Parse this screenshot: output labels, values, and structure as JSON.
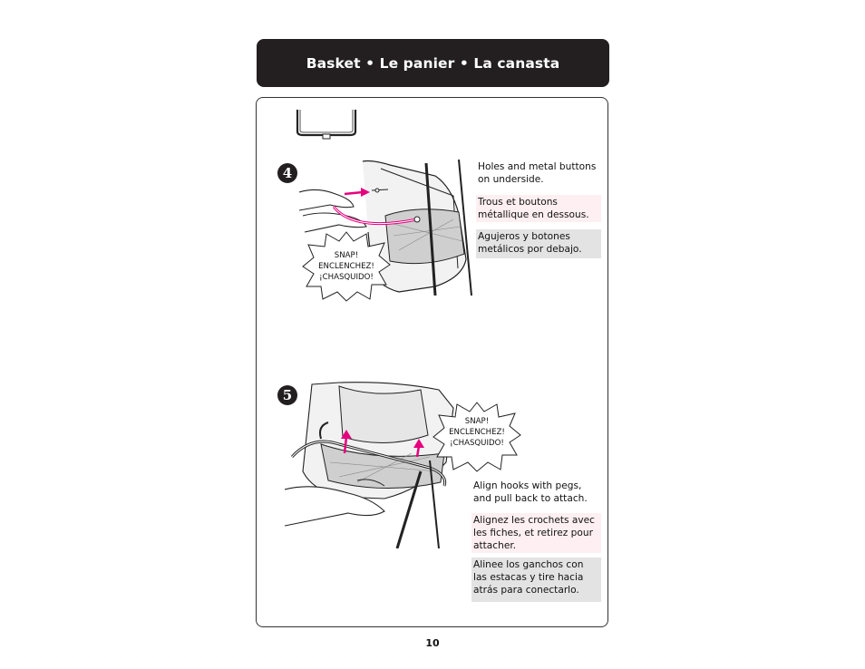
{
  "header": {
    "title": "Basket  •  Le panier •  La canasta"
  },
  "step4": {
    "number": "4",
    "burst": [
      "SNAP!",
      "ENCLENCHEZ!",
      "¡CHASQUIDO!"
    ],
    "en": "Holes and metal buttons on underside.",
    "fr": "Trous et boutons métallique en dessous.",
    "es": "Agujeros y botones metálicos por debajo."
  },
  "step5": {
    "number": "5",
    "burst": [
      "SNAP!",
      "ENCLENCHEZ!",
      "¡CHASQUIDO!"
    ],
    "en": "Align hooks with pegs, and pull back to attach.",
    "fr": "Alignez les crochets avec les fiches, et retirez pour attacher.",
    "es": "Alinee los ganchos con las estacas y tire hacia atrás para conectarlo."
  },
  "colors": {
    "header_bg": "#231f20",
    "french_bg": "#fdeff2",
    "spanish_bg": "#e3e3e4",
    "arrow": "#e6007e"
  },
  "footer": {
    "page_number": "10"
  }
}
